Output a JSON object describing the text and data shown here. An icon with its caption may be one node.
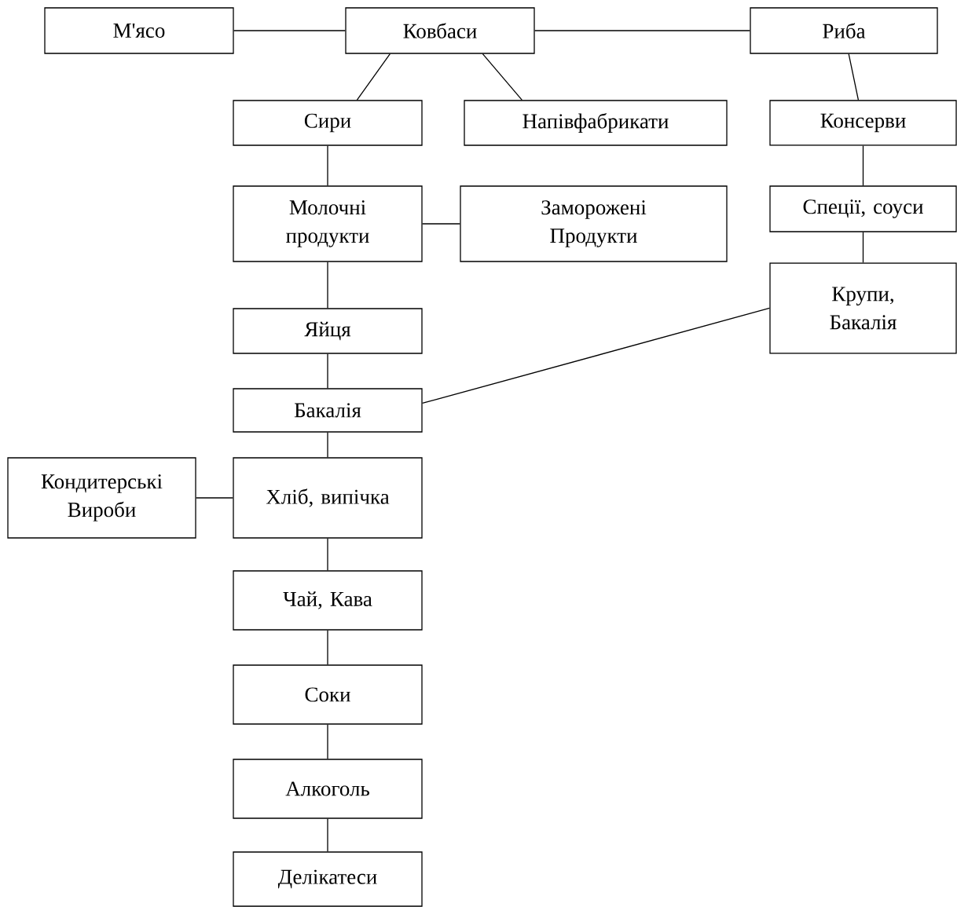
{
  "diagram": {
    "nodes": [
      {
        "text": [
          "М'ясо"
        ]
      },
      {
        "text": [
          "Ковбаси"
        ]
      },
      {
        "text": [
          "Риба"
        ]
      },
      {
        "text": [
          "Сири"
        ]
      },
      {
        "text": [
          "Напівфабрикати"
        ]
      },
      {
        "text": [
          "Консерви"
        ]
      },
      {
        "text": [
          "Молочні продукти"
        ]
      },
      {
        "text": [
          "Заморожені Продукти"
        ]
      },
      {
        "text": [
          "Спеції, соуси"
        ]
      },
      {
        "text": [
          "Крупи, Бакалія"
        ]
      },
      {
        "text": [
          "Яйця"
        ]
      },
      {
        "text": [
          "Бакалія"
        ]
      },
      {
        "text": [
          "Кондитерські Вироби"
        ]
      },
      {
        "text": [
          "Хліб, випічка"
        ]
      },
      {
        "text": [
          "Чай, Кава"
        ]
      },
      {
        "text": [
          "Соки"
        ]
      },
      {
        "text": [
          "Алкоголь"
        ]
      },
      {
        "text": [
          "Делікатеси"
        ]
      }
    ],
    "edges": [
      {
        "from": 0,
        "to": 1,
        "arrow": "none"
      },
      {
        "from": 1,
        "to": 2,
        "arrow": "none"
      },
      {
        "from": 1,
        "to": 3,
        "arrow": "none"
      },
      {
        "from": 1,
        "to": 4,
        "arrow": "none"
      },
      {
        "from": 2,
        "to": 5,
        "arrow": "none"
      },
      {
        "from": 3,
        "to": 6,
        "arrow": "none"
      },
      {
        "from": 6,
        "to": 7,
        "arrow": "none"
      },
      {
        "from": 5,
        "to": 8,
        "arrow": "none"
      },
      {
        "from": 8,
        "to": 9,
        "arrow": "none"
      },
      {
        "from": 6,
        "to": 10,
        "arrow": "none"
      },
      {
        "from": 10,
        "to": 11,
        "arrow": "none"
      },
      {
        "from": 9,
        "to": 11,
        "arrow": "none"
      },
      {
        "from": 12,
        "to": 13,
        "arrow": "none"
      },
      {
        "from": 11,
        "to": 13,
        "arrow": "none"
      },
      {
        "from": 13,
        "to": 14,
        "arrow": "none"
      },
      {
        "from": 14,
        "to": 15,
        "arrow": "none"
      },
      {
        "from": 15,
        "to": 16,
        "arrow": "none"
      },
      {
        "from": 16,
        "to": 17,
        "arrow": "none"
      }
    ]
  }
}
